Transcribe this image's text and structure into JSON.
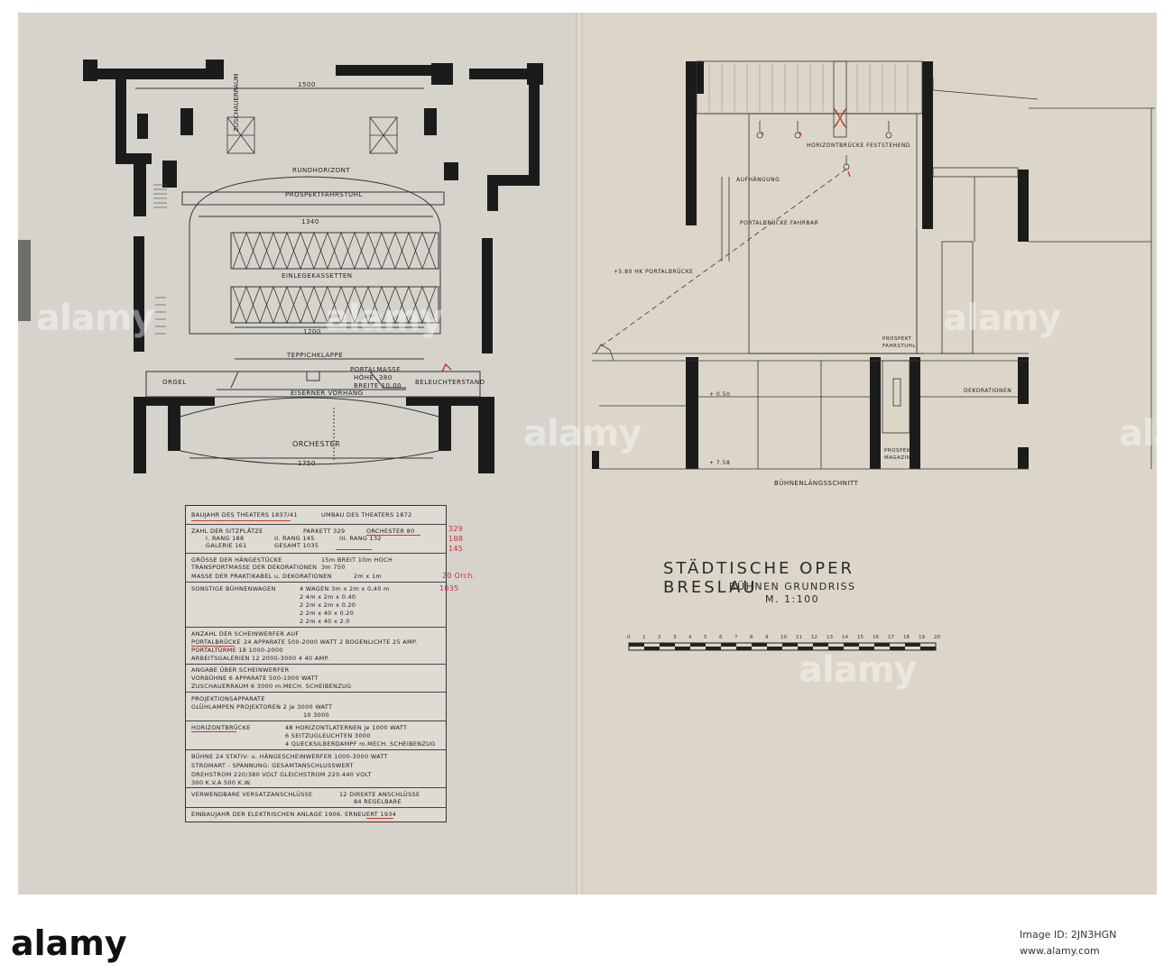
{
  "labels": {
    "rundhorizont": "RUNDHORIZONT",
    "prospektfahrstuhl": "PROSPEKTFAHRSTUHL",
    "einlegekassetten": "EINLEGEKASSETTEN",
    "teppichklappe": "TEPPICHKLAPPE",
    "orgel": "ORGEL",
    "eiserner_vorhang": "EISERNER VORHANG",
    "portalmasse": "PORTALMASSE",
    "portal_hoehe": "HÖHE  .380",
    "portal_breite": "BREITE 10.00",
    "beleuchterstand": "BELEUCHTERSTAND",
    "orchester": "ORCHESTER",
    "zuschauerraum": "ZUSCHAUERRAUM",
    "dim_top": "1500",
    "dim_mid": "1340",
    "dim_low": "1200",
    "dim_orch": "1750",
    "horizontbruecke": "HORIZONTBRÜCKE FESTSTEHEND",
    "aufhaengung": "AUFHÄNGUNG",
    "portalbruecke_fahrbar": "PORTALBRÜCKE FAHRBAR",
    "portalbruecke_level": "+5.80 HK PORTALBRÜCKE",
    "prospekt_fahrstuhl": "PROSPEKT FAHRSTUHL",
    "dekorationen": "DEKORATIONEN",
    "prospekt_magazin": "PROSPEKT MAGAZIN",
    "level_low": "+ 0.50",
    "level_base": "+ 7.58",
    "buehnenlaengsschnitt": "BÜHNENLÄNGSSCHNITT"
  },
  "title_block": {
    "title": "STÄDTISCHE OPER BRESLAU",
    "subtitle": "BÜHNEN GRUNDRISS",
    "scale": "M. 1:100",
    "scale_ticks": [
      "0",
      "1",
      "2",
      "3",
      "4",
      "5",
      "6",
      "7",
      "8",
      "9",
      "10",
      "11",
      "12",
      "13",
      "14",
      "15",
      "16",
      "17",
      "18",
      "19",
      "20"
    ]
  },
  "table": {
    "r1a": "BAUJAHR DES THEATERS 1837/41",
    "r1b": "UMBAU DES THEATERS 1872",
    "r2a": "ZAHL DER SITZPLÄTZE",
    "r2b": "PARKETT 329",
    "r2c": "ORCHESTER 80",
    "r2d": "I. RANG 188",
    "r2e": "II. RANG 145",
    "r2f": "III. RANG 132",
    "r2g": "GALERIE 161",
    "r2h": "GESAMT 1035",
    "r3a": "GRÖSSE DER HÄNGESTÜCKE",
    "r3b": "15m BREIT  10m HOCH",
    "r3c": "TRANSPORTMASSE DER DEKORATIONEN",
    "r3d": "3m      750",
    "r3e": "MASSE DER PRAKTIKABEL u. DEKORATIONEN",
    "r3f": "2m  x  1m",
    "r4a": "SONSTIGE BÜHNENWAGEN",
    "r4b": "4 WAGEN  3m x 2m x 0,40 m",
    "r4c": "2   4m x 2m x 0.40",
    "r4d": "2   2m x 2m x 0.20",
    "r4e": "2   2m x 40 x 0.20",
    "r4f": "2   2m x 40 x 2.0",
    "r5a": "ANZAHL DER SCHEINWERFER AUF",
    "r5b": "PORTALBRÜCKE",
    "r5c": "24 APPARATE  500-2000 WATT  2 BOGENLICHTE 25 AMP.",
    "r5d": "PORTALTÜRME   18     1000-2000",
    "r5e": "ARBEITSGALERIEN 12    2000-3000  4     40 AMP.",
    "r6a": "ANGABE ÜBER SCHEINWERFER",
    "r6b": "VORBÜHNE   6 APPARATE   500-1000 WATT",
    "r6c": "ZUSCHAUERRAUM  6        3000  m.MECH. SCHEIBENZUG",
    "r7a": "PROJEKTIONSAPPARATE",
    "r7b": "GLÜHLAMPEN PROJEKTOREN   2  je  3000 WATT",
    "r7c": "10     3000",
    "r8a": "HORIZONTBRÜCKE",
    "r8b": "48 HORIZONTLATERNEN je 1000 WATT",
    "r8c": "6 SEITZUGLEUCHTEN    3000",
    "r8d": "4 QUECKSILBERDAMPF m.MECH. SCHEIBENZUG",
    "r9a": "BÜHNE   24 STATIV- u. HÄNGESCHEINWERFER     1000-3000 WATT",
    "r9b": "STROMART - SPANNUNG: GESAMTANSCHLUSSWERT",
    "r9c": "DREHSTROM   220/380 VOLT   GLEICHSTROM  220.440 VOLT",
    "r9d": "300 K.V.A                          500 K.W.",
    "r10a": "VERWENDBARE VERSATZANSCHLÜSSE",
    "r10b": "12 DIREKTE ANSCHLÜSSE",
    "r10c": "84 REGELBARE",
    "r11a": "EINBAUJAHR DER ELEKTRISCHEN ANLAGE 1906. ERNEUERT 1934"
  },
  "margin_notes": [
    "329",
    "188",
    "145",
    "20 Orch.",
    "1035"
  ],
  "watermark": "alamy",
  "footer": {
    "logo": "alamy",
    "image_id_label": "Image ID: 2JN3HGN",
    "site": "www.alamy.com"
  },
  "colors": {
    "paper": "#d8d4cc",
    "ink": "#1c1c1c",
    "red_annotation": "#c4322f"
  }
}
